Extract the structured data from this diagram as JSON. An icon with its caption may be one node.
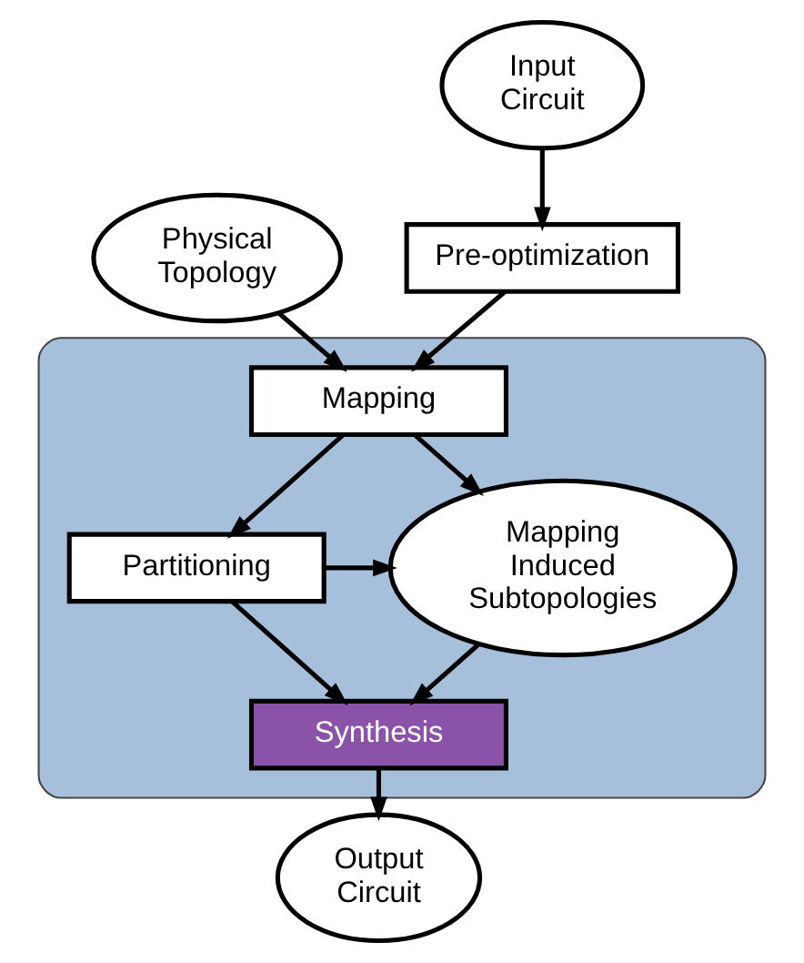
{
  "diagram": {
    "nodes": [
      {
        "text": [
          "Physical Topology"
        ]
      },
      {
        "text": [
          "Input Circuit"
        ]
      },
      {
        "text": [
          "Pre-optimization"
        ]
      },
      {
        "text": [],
        "shape": "box"
      },
      {
        "text": [
          "Mapping"
        ],
        "in": 3
      },
      {
        "text": [
          "Mapping Induced Subtopologies"
        ],
        "in": 3
      },
      {
        "text": [
          "Partitioning"
        ],
        "in": 3
      },
      {
        "text": [
          "Synthesis"
        ],
        "in": 3
      },
      {
        "text": [
          "Output Circuit"
        ]
      }
    ],
    "edges": [
      {
        "from": 0,
        "to": 4,
        "arrow": "to"
      },
      {
        "from": 1,
        "to": 2,
        "arrow": "to"
      },
      {
        "from": 2,
        "to": 4,
        "arrow": "to"
      },
      {
        "from": 4,
        "to": 5,
        "arrow": "to"
      },
      {
        "from": 4,
        "to": 6,
        "arrow": "to"
      },
      {
        "from": 6,
        "to": 5,
        "arrow": "to"
      },
      {
        "from": 6,
        "to": 7,
        "arrow": "to"
      },
      {
        "from": 5,
        "to": 7,
        "arrow": "to"
      },
      {
        "from": 7,
        "to": 8,
        "arrow": "to"
      }
    ]
  }
}
